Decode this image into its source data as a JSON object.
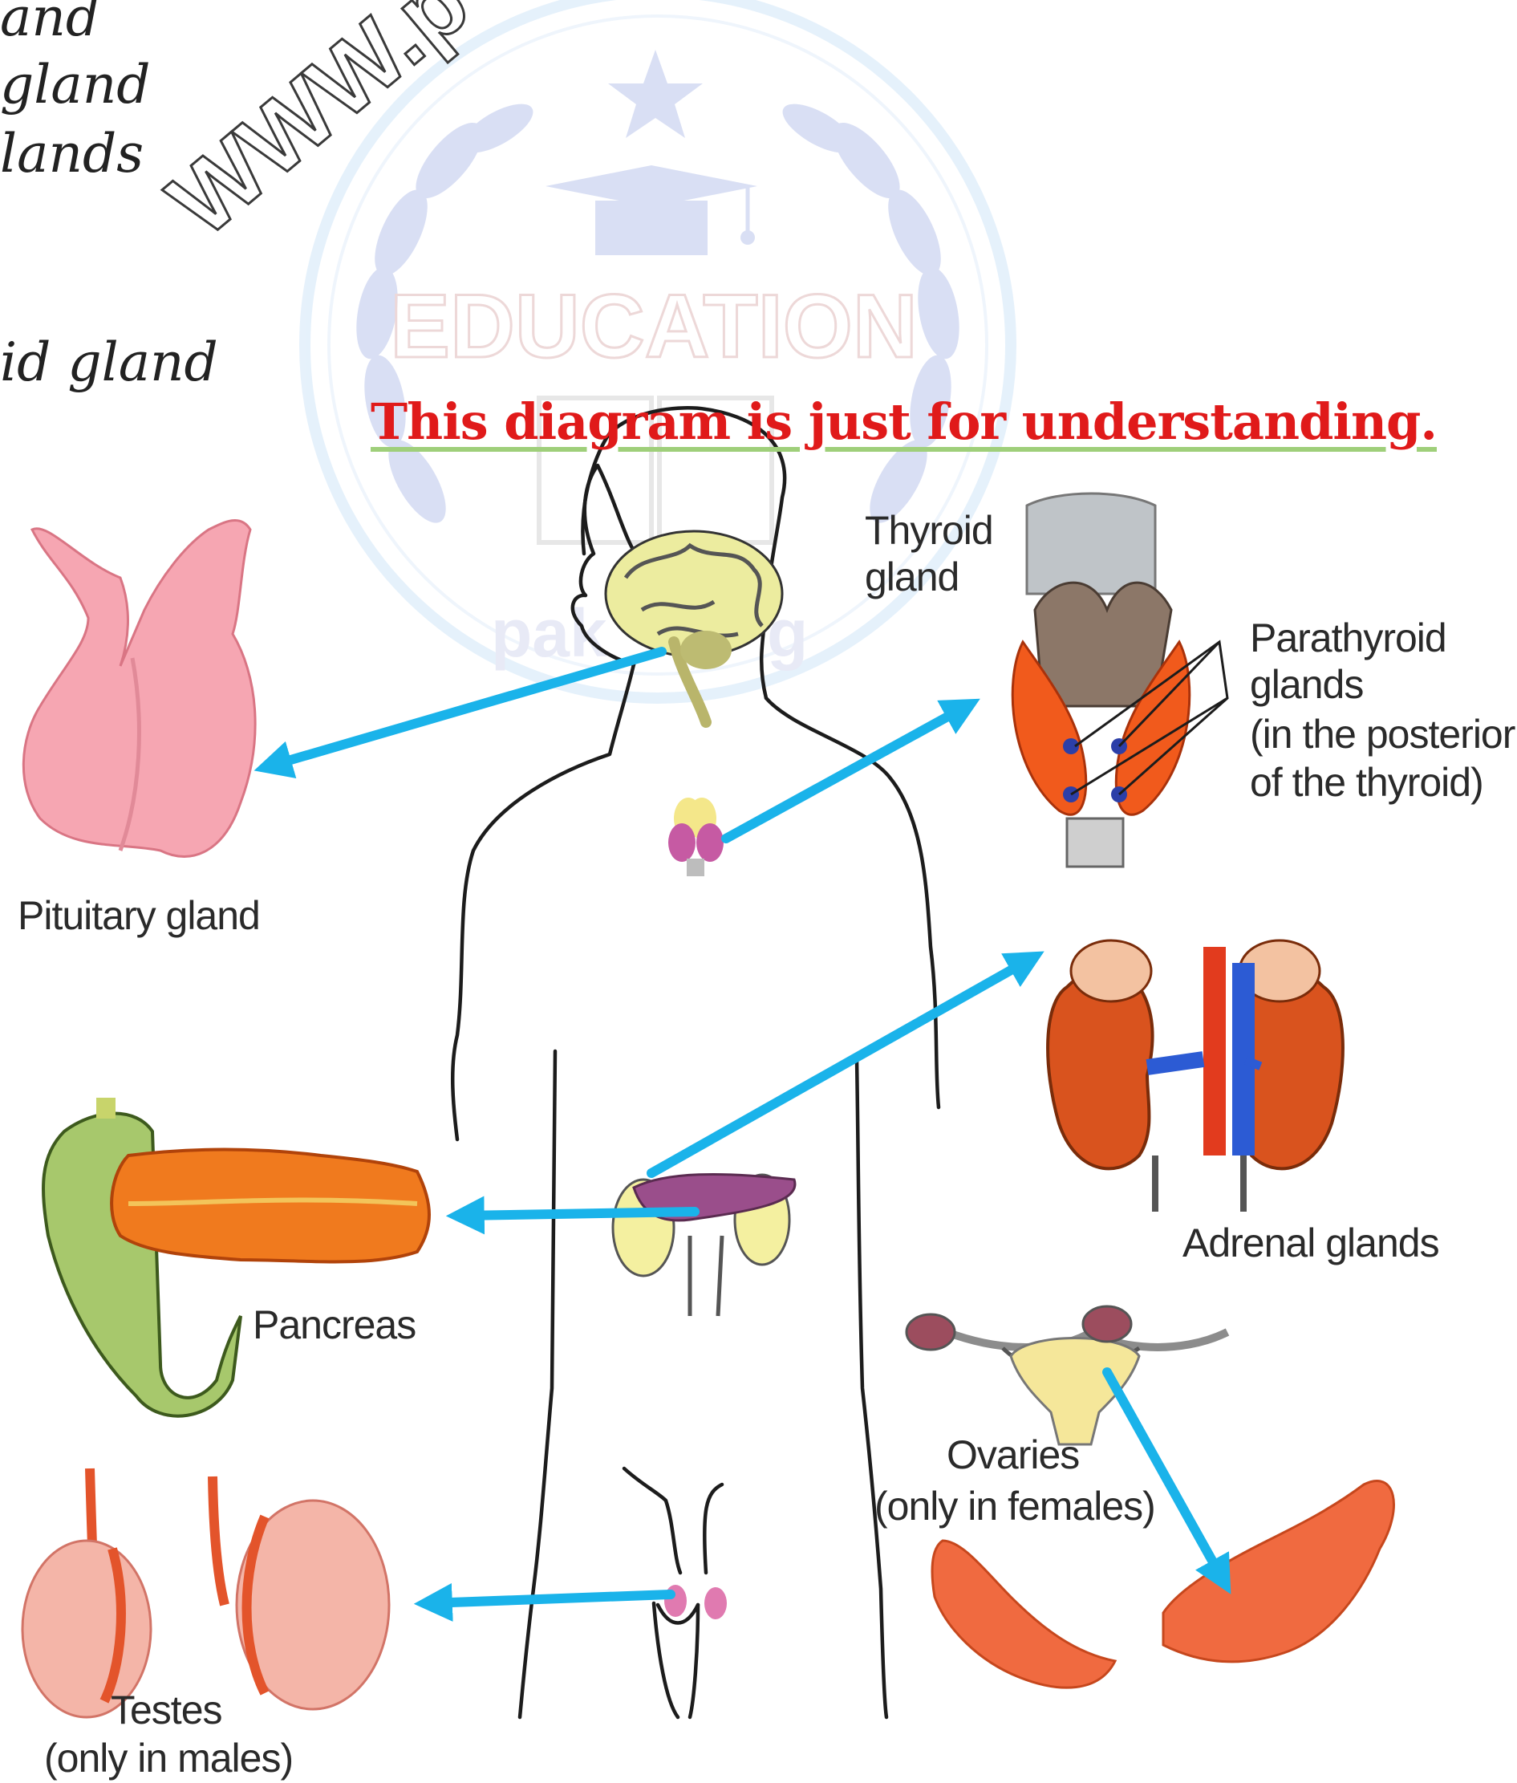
{
  "heading_fragments": [
    "and",
    "gland",
    "lands",
    "id gland"
  ],
  "notice": "This diagram is just for understanding.",
  "watermark": {
    "site_text": "WWW.p",
    "seal_text": "EDUCATION",
    "seal_subtext": "pak",
    "seal_trailing": "g"
  },
  "labels": {
    "thyroid": [
      "Thyroid",
      "gland"
    ],
    "parathyroid": [
      "Parathyroid",
      "glands",
      "(in the posterior",
      "of the thyroid)"
    ],
    "pituitary": "Pituitary gland",
    "adrenal": "Adrenal glands",
    "pancreas": "Pancreas",
    "ovaries": [
      "Ovaries",
      "(only in females)"
    ],
    "testes": [
      "Testes",
      "(only in males)"
    ]
  },
  "colors": {
    "arrow": "#1ab3ea",
    "notice": "#e01a1a",
    "pituitary": "#f6a6b2",
    "adrenal": "#d9531e",
    "pancreas": "#f07a1e",
    "ovary": "#f06a40",
    "testes": "#f4b5a8",
    "watermark": "#cfd8f2"
  }
}
